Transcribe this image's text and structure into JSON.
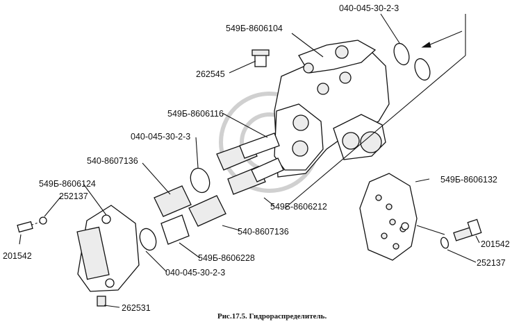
{
  "labels": {
    "top_oring": "040-045-30-2-3",
    "body": "549Б-8606104",
    "plug_top": "262545",
    "fitting_upper": "549Б-8606116",
    "oring_mid": "040-045-30-2-3",
    "spring_left": "540-8607136",
    "cover_left": "549Б-8606124",
    "washer_left": "252137",
    "bolt_left": "201542",
    "cover_right": "549Б-8606132",
    "fitting_lower": "549Б-8606212",
    "spring_right": "540-8607136",
    "bolt_right": "201542",
    "sleeve": "549Б-8606228",
    "washer_right": "252137",
    "oring_bottom": "040-045-30-2-3",
    "plug_bottom": "262531"
  },
  "caption": "Рис.17.5. Гидрораспределитель."
}
